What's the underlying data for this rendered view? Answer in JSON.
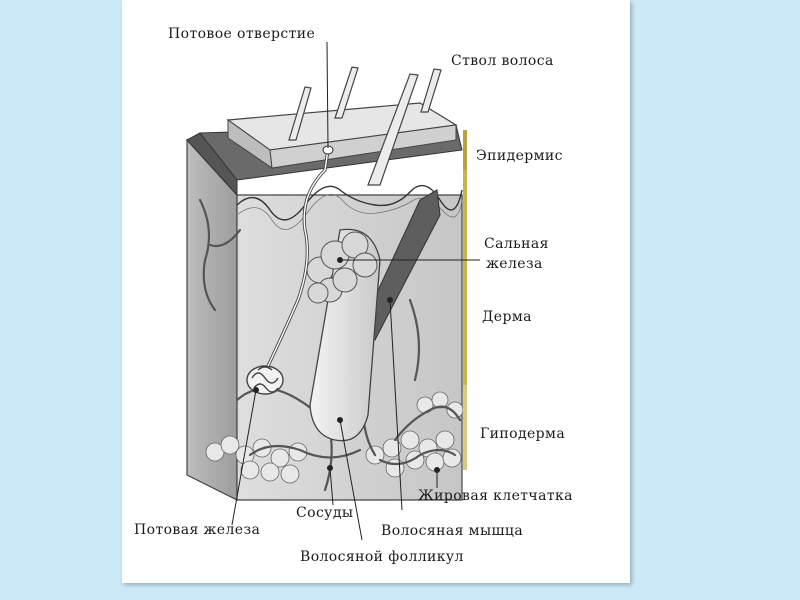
{
  "diagram": {
    "labels": {
      "sweat_pore": "Потовое отверстие",
      "hair_shaft": "Ствол волоса",
      "epidermis": "Эпидермис",
      "sebaceous_gland_1": "Сальная",
      "sebaceous_gland_2": "железа",
      "dermis": "Дерма",
      "hypodermis": "Гиподерма",
      "fat_tissue": "Жировая клетчатка",
      "sweat_gland": "Потовая железа",
      "vessels": "Сосуды",
      "hair_muscle": "Волосяная мышца",
      "hair_follicle": "Волосяной фолликул"
    },
    "colors": {
      "background": "#cce9f8",
      "card": "#ffffff",
      "epidermis_bar": "#b8a43a",
      "hypodermis_bar": "#d9c97a"
    }
  }
}
